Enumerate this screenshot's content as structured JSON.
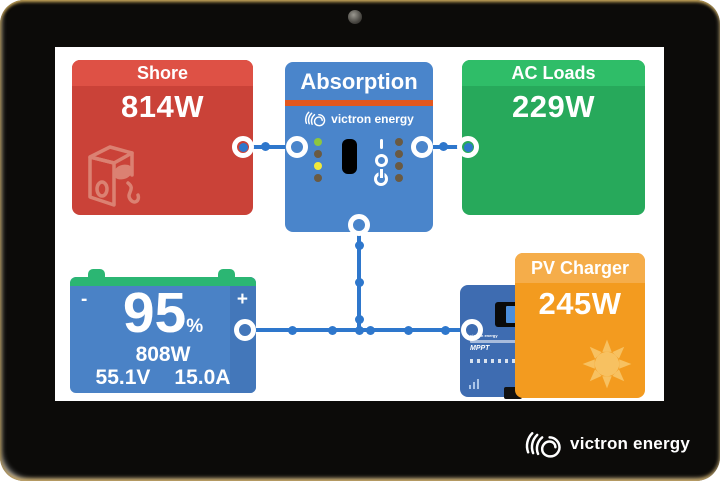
{
  "device": {
    "type": "touch-display",
    "footer_brand": "victron energy"
  },
  "tiles": {
    "shore": {
      "title": "Shore",
      "value": "814W"
    },
    "inverter": {
      "state": "Absorption",
      "brand": "victron energy",
      "leds_left": [
        "green",
        "off",
        "yellow",
        "off"
      ],
      "leds_right": [
        "off",
        "off",
        "off",
        "off"
      ]
    },
    "ac_loads": {
      "title": "AC Loads",
      "value": "229W"
    },
    "battery": {
      "soc": "95",
      "soc_unit": "%",
      "power": "808W",
      "voltage": "55.1V",
      "current": "15.0A",
      "terminal_minus": "-",
      "terminal_plus": "+"
    },
    "pv_charger": {
      "title": "PV Charger",
      "value": "245W"
    },
    "mppt_device": {
      "brand": "victron energy",
      "model": "MPPT"
    }
  },
  "colors": {
    "shore_body": "#ca4238",
    "shore_header": "#de5145",
    "acloads_body": "#27a95b",
    "acloads_header": "#2fbd68",
    "inverter_blue": "#4a85cb",
    "stripe_orange": "#e2571e",
    "battery_blue": "#4a82c6",
    "battery_green": "#2bb673",
    "pv_body": "#f39b1f",
    "pv_header": "#f5ad4a",
    "mppt_blue": "#3e6cb1",
    "line_blue": "#2e77cc",
    "led_green": "#8dc63f",
    "led_yellow": "#f2e93a",
    "led_off": "#6a5a42"
  },
  "icons": {
    "shore_power": "power-pedestal-with-plug",
    "victron_swirl": "spiral-swirl",
    "sun": "sun-with-rays",
    "power_symbol": "circle-with-bar",
    "camera": "front-camera-dot"
  }
}
